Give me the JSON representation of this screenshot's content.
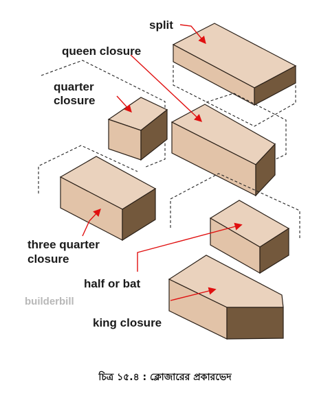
{
  "labels": {
    "split": "split",
    "queen": "queen closure",
    "quarter_line1": "quarter",
    "quarter_line2": "closure",
    "three_quarter_line1": "three quarter",
    "three_quarter_line2": "closure",
    "half": "half or bat",
    "king": "king closure"
  },
  "watermark": "builderbill",
  "caption": "চিত্র ১৫.৪ : ক্লোজারের প্রকারভেদ",
  "colors": {
    "brick_top": "#ead2bd",
    "brick_front": "#e2c3a8",
    "brick_side": "#73583c",
    "arrow": "#e01010"
  }
}
